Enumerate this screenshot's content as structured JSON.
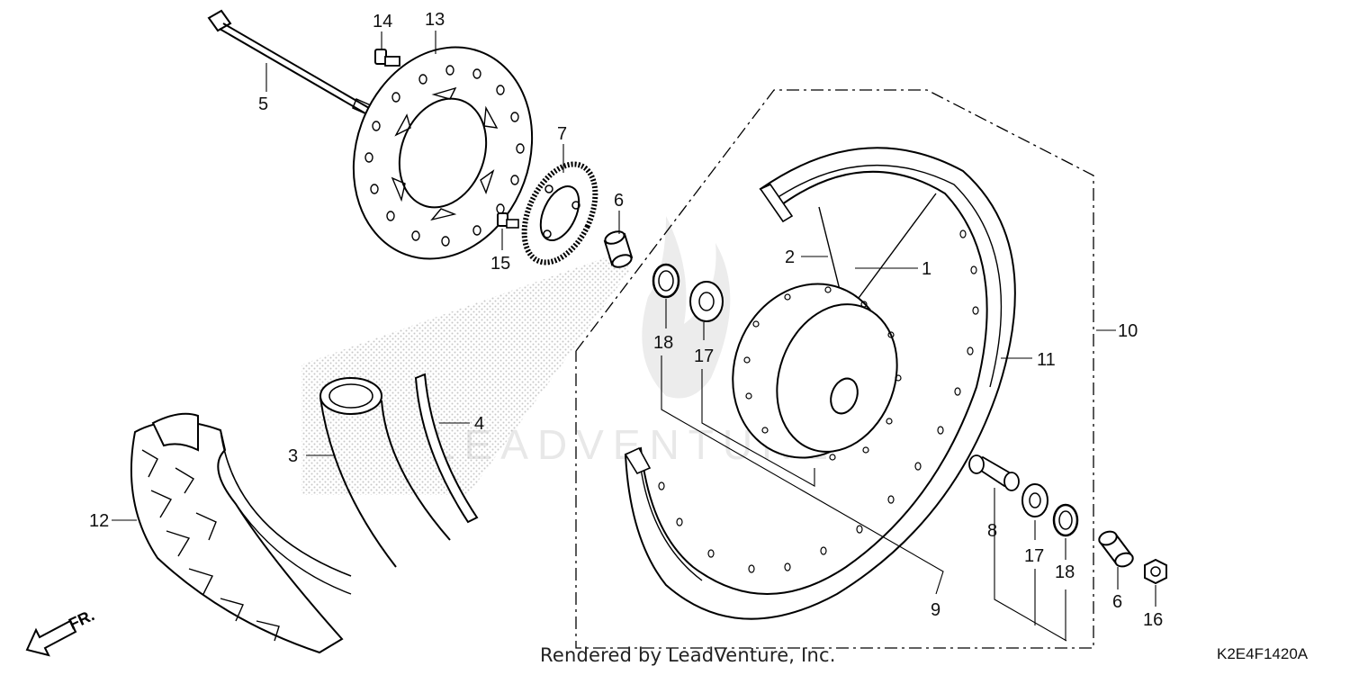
{
  "diagram": {
    "watermark": "LEADVENTURE",
    "footer_credit": "Rendered by LeadVenture, Inc.",
    "diagram_code": "K2E4F1420A",
    "front_indicator": "FR.",
    "callouts": {
      "c1": "1",
      "c2": "2",
      "c3": "3",
      "c4": "4",
      "c5": "5",
      "c6a": "6",
      "c6b": "6",
      "c7": "7",
      "c8": "8",
      "c9": "9",
      "c10": "10",
      "c11": "11",
      "c12": "12",
      "c13": "13",
      "c14": "14",
      "c15": "15",
      "c16": "16",
      "c17a": "17",
      "c17b": "17",
      "c18a": "18",
      "c18b": "18"
    }
  }
}
